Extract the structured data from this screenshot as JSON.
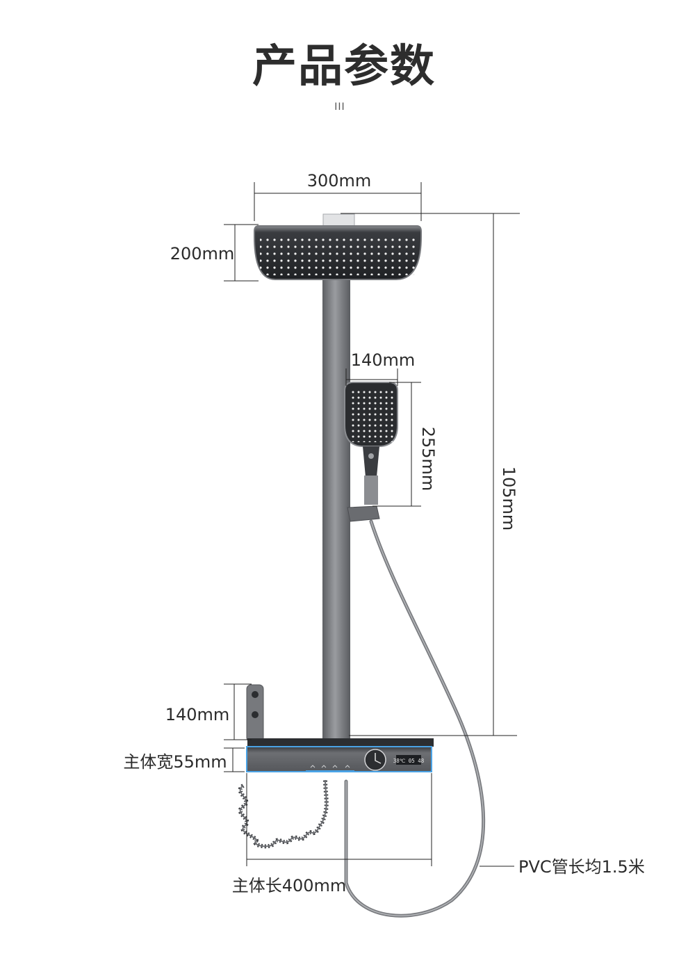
{
  "page": {
    "title": "产品参数",
    "decoration": "III"
  },
  "dimensions": {
    "head_width": "300mm",
    "head_height": "200mm",
    "handheld_width": "140mm",
    "handheld_height": "255mm",
    "total_height": "105mm",
    "spout_height": "140mm",
    "body_width": "主体宽55mm",
    "body_length": "主体长400mm",
    "hose_length": "PVC管长均1.5米"
  },
  "display": {
    "readout": "38℃ 05 48"
  },
  "colors": {
    "dim_line": "#222222",
    "body_gray": "#6e7074",
    "head_dark": "#2a2c2f",
    "accent_blue": "#4aa3e6"
  }
}
